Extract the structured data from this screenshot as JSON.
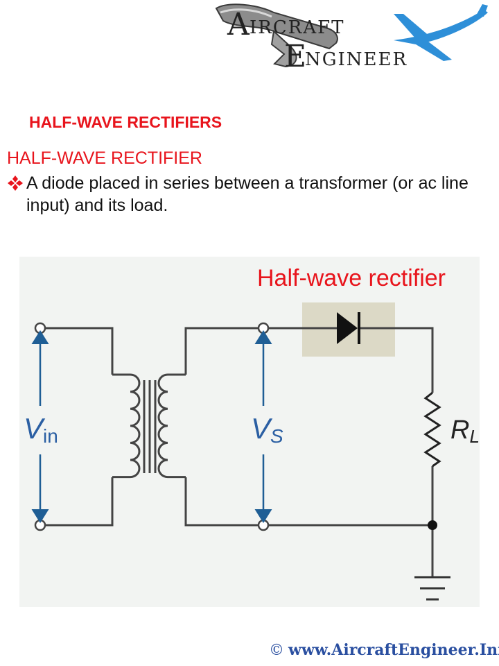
{
  "logo": {
    "line1": "IRCRAFT",
    "line2": "NGINEER",
    "icons": [
      "wrench-icon",
      "airplane-icon"
    ]
  },
  "title": "HALF-WAVE RECTIFIERS",
  "subtitle": "HALF-WAVE RECTIFIER",
  "bullet": {
    "icon": "diamond-bullet-icon",
    "text": "A diode placed in series between a transformer (or ac line input) and its load."
  },
  "circuit": {
    "caption": "Half-wave rectifier",
    "vin_main": "V",
    "vin_sub": "in",
    "vs_main": "V",
    "vs_sub": "S",
    "rl_main": "R",
    "rl_sub": "L"
  },
  "footer": {
    "copyright_symbol": "©",
    "website": "www.AircraftEngineer.Info"
  },
  "colors": {
    "accent_red": "#e8141c",
    "diagram_bg": "#f2f4f2",
    "diode_highlight": "#dcd9c6",
    "arrow_blue": "#1f5e95",
    "label_blue": "#2b5fa3",
    "footer_blue": "#2a4fa0"
  }
}
